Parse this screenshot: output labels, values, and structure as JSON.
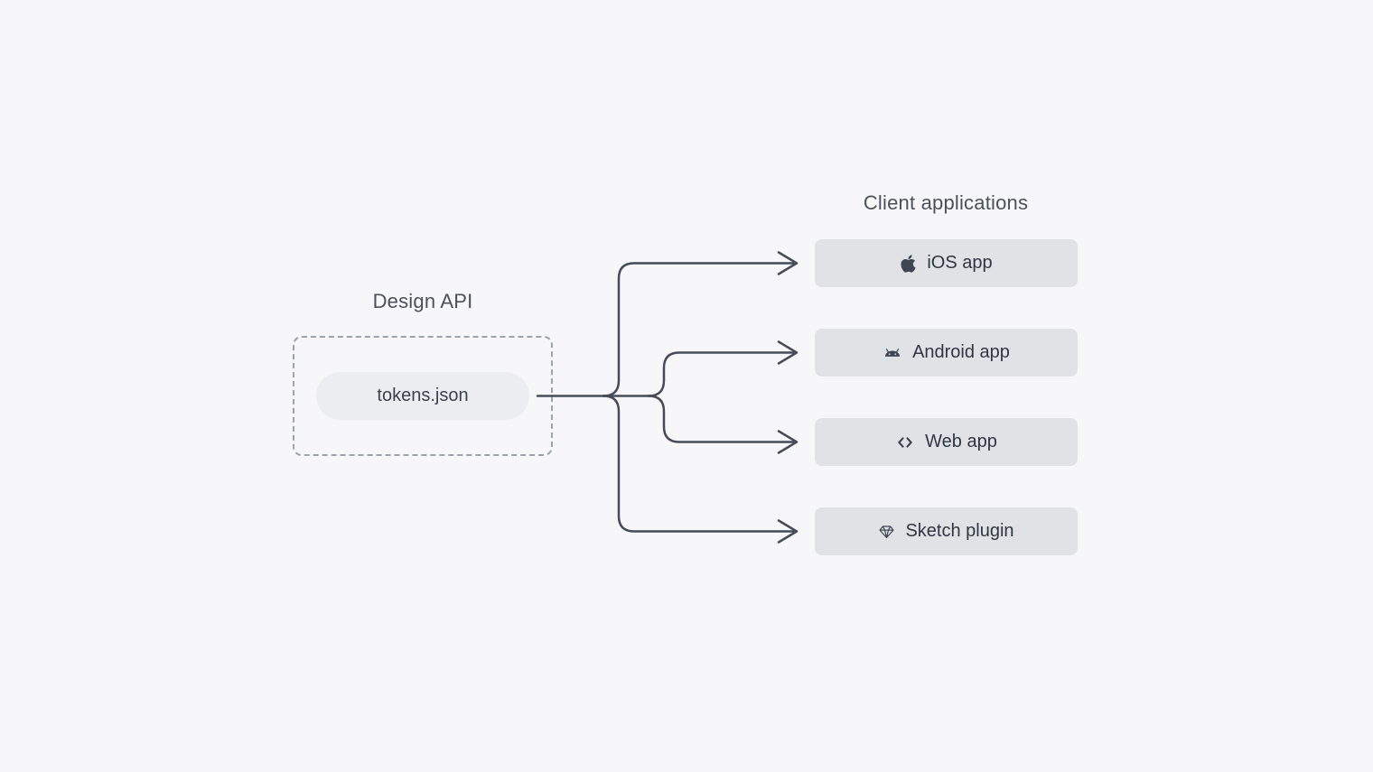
{
  "diagram": {
    "source": {
      "title": "Design API",
      "file_label": "tokens.json"
    },
    "clients": {
      "title": "Client applications",
      "items": [
        {
          "label": "iOS app",
          "icon": "apple-icon"
        },
        {
          "label": "Android app",
          "icon": "android-icon"
        },
        {
          "label": "Web app",
          "icon": "code-icon"
        },
        {
          "label": "Sketch plugin",
          "icon": "gem-icon"
        }
      ]
    },
    "colors": {
      "background": "#f7f7f9",
      "node_fill": "#e0e2e6",
      "pill_fill": "#ecedf0",
      "dashed_border": "#9ca3ad",
      "connector": "#454c58",
      "heading_text": "#4b515a",
      "label_text": "#2f3643"
    }
  }
}
